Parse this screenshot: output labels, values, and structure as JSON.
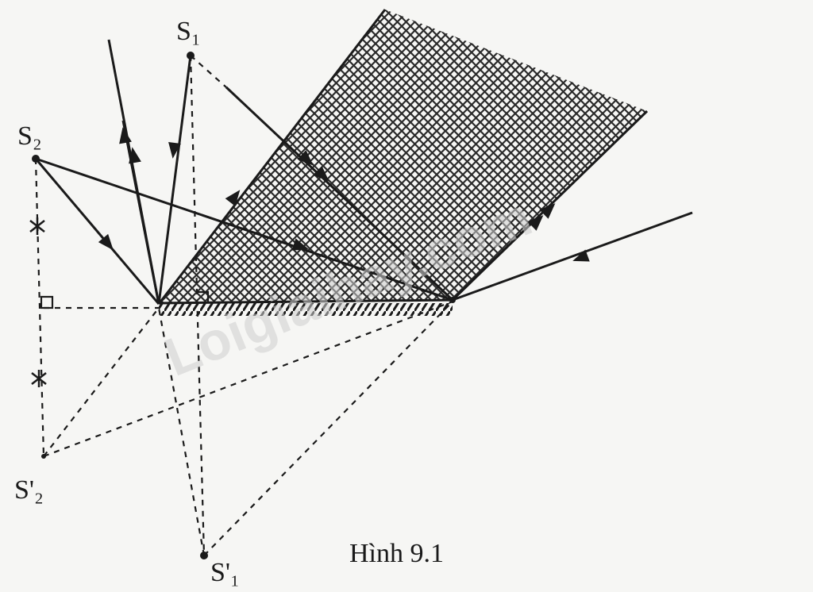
{
  "figure": {
    "caption": "Hình 9.1",
    "watermark": "Loigiaihay.com"
  },
  "points": {
    "s1": "S₁",
    "s2": "S₂",
    "s1_image": "S'₁",
    "s2_image": "S'₂"
  },
  "colors": {
    "ink": "#1a1a1a",
    "background": "#f6f6f4",
    "hatch": "#2a2a2a",
    "watermark": "#cfcfcf"
  }
}
